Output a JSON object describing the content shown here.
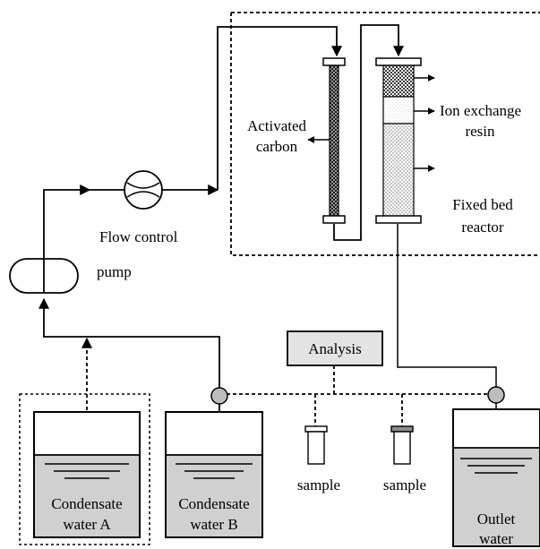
{
  "labels": {
    "activated_carbon_line1": "Activated",
    "activated_carbon_line2": "carbon",
    "ion_exchange_line1": "Ion exchange",
    "ion_exchange_line2": "resin",
    "fixed_bed_line1": "Fixed bed",
    "fixed_bed_line2": "reactor",
    "flow_control": "Flow control",
    "pump": "pump",
    "analysis": "Analysis",
    "sample_1": "sample",
    "sample_2": "sample",
    "tank_a_line1": "Condensate",
    "tank_a_line2": "water A",
    "tank_b_line1": "Condensate",
    "tank_b_line2": "water B",
    "outlet_line1": "Outlet",
    "outlet_line2": "water"
  },
  "colors": {
    "line": "#000000",
    "water_fill": "#d0d0d0",
    "analysis_fill": "#e3e3e3",
    "valve_fill": "#bdbdbd",
    "carbon_dark": "#1a1a1a",
    "carbon_light": "#9a9a9a"
  }
}
